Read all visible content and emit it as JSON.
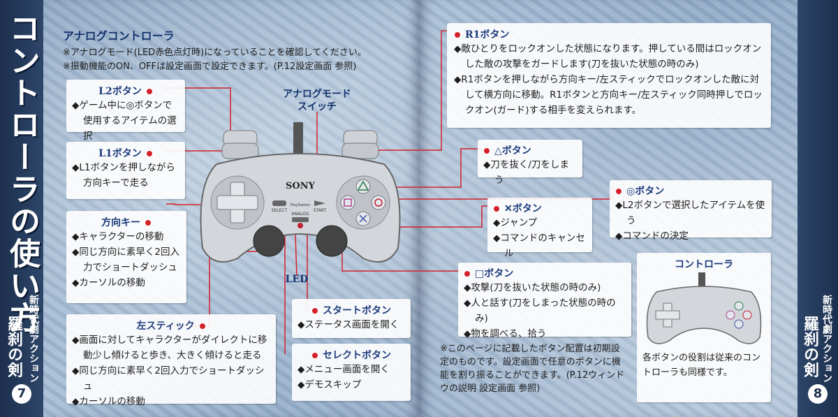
{
  "left_page": {
    "vertical_title": "コントローラの使い方",
    "series": "新時代劇アクション",
    "game_title": "羅刹の剣",
    "page_number": "7"
  },
  "right_page": {
    "series": "新時代劇アクション",
    "game_title": "羅刹の剣",
    "page_number": "8"
  },
  "intro": {
    "title": "アナログコントローラ",
    "line1": "※アナログモード(LED赤色点灯時)になっていることを確認してください。",
    "line2": "※振動機能のON、OFFは設定画面で設定できます。(P.12設定画面 参照)"
  },
  "figure_labels": {
    "analog_switch_1": "アナログモード",
    "analog_switch_2": "スイッチ",
    "led": "LED",
    "brand": "SONY",
    "select": "SELECT",
    "start": "START",
    "analog": "ANALOG",
    "ps": "PlayStation"
  },
  "boxes": {
    "l2": {
      "title": "L2ボタン",
      "lines": [
        "◆ゲーム中に◎ボタンで使用するアイテムの選択"
      ]
    },
    "l1": {
      "title": "L1ボタン",
      "lines": [
        "◆L1ボタンを押しながら方向キーで走る"
      ]
    },
    "dpad": {
      "title": "方向キー",
      "lines": [
        "◆キャラクターの移動",
        "◆同じ方向に素早く2回入力でショートダッシュ",
        "◆カーソルの移動"
      ]
    },
    "lstick": {
      "title": "左スティック",
      "lines": [
        "◆画面に対してキャラクターがダイレクトに移動少し傾けると歩き、大きく傾けると走る",
        "◆同じ方向に素早く2回入力でショートダッシュ",
        "◆カーソルの移動"
      ]
    },
    "start": {
      "title": "スタートボタン",
      "lines": [
        "◆ステータス画面を開く"
      ]
    },
    "select": {
      "title": "セレクトボタン",
      "lines": [
        "◆メニュー画面を開く",
        "◆デモスキップ"
      ]
    },
    "r1": {
      "title": "R1ボタン",
      "lines": [
        "◆敵ひとりをロックオンした状態になります。押している間はロックオンした敵の攻撃をガードします(刀を抜いた状態の時のみ)",
        "◆R1ボタンを押しながら方向キー/左スティックでロックオンした敵に対して横方向に移動。R1ボタンと方向キー/左スティック同時押しでロックオン(ガード)する相手を変えられます。"
      ]
    },
    "triangle": {
      "title": "△ボタン",
      "lines": [
        "◆刀を抜く/刀をしまう"
      ]
    },
    "circle": {
      "title": "◎ボタン",
      "lines": [
        "◆L2ボタンで選択したアイテムを使う",
        "◆コマンドの決定"
      ]
    },
    "cross": {
      "title": "✕ボタン",
      "lines": [
        "◆ジャンプ",
        "◆コマンドのキャンセル"
      ]
    },
    "square": {
      "title": "□ボタン",
      "lines": [
        "◆攻撃(刀を抜いた状態の時のみ)",
        "◆人と話す(刀をしまった状態の時のみ)",
        "◆物を調べる、拾う"
      ]
    },
    "controller": {
      "title": "コントローラ",
      "lines": [
        "各ボタンの役割は従来のコントローラも同様です。"
      ]
    }
  },
  "footnote": "※このページに記載したボタン配置は初期設定のものです。設定画面で任意のボタンに機能を割り振ることができます。(P.12ウィンドウの説明 設定画面 参照)",
  "colors": {
    "accent": "#d4202a",
    "title_blue": "#15336e",
    "side_navy": "#1c2f4d"
  }
}
